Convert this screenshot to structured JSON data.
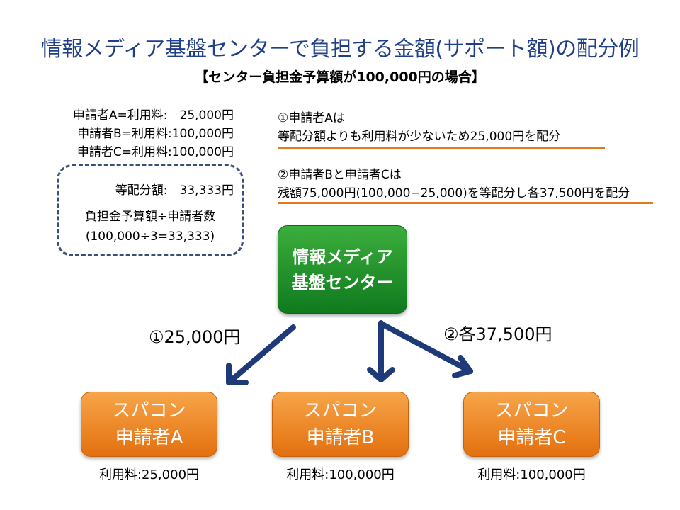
{
  "title": "情報メディア基盤センターで負担する金額(サポート額)の配分例",
  "subtitle": "【センター負担金予算額が100,000円の場合】",
  "fees": [
    "申請者A=利用料:　25,000円",
    "申請者B=利用料:100,000円",
    "申請者C=利用料:100,000円"
  ],
  "equal_share": "等配分額:　33,333円",
  "formula_line1": "負担金予算額÷申請者数",
  "formula_line2": "(100,000÷3=33,333)",
  "note1_line1": "①申請者Aは",
  "note1_line2": "等配分額よりも利用料が少ないため25,000円を配分",
  "note2_line1": "②申請者Bと申請者Cは",
  "note2_line2": "残額75,000円(100,000−25,000)を等配分し各37,500円を配分",
  "center_line1": "情報メディア",
  "center_line2": "基盤センター",
  "allocation1": "①25,000円",
  "allocation2": "②各37,500円",
  "applicants": [
    {
      "line1": "スパコン",
      "line2": "申請者A",
      "fee": "利用料:25,000円"
    },
    {
      "line1": "スパコン",
      "line2": "申請者B",
      "fee": "利用料:100,000円"
    },
    {
      "line1": "スパコン",
      "line2": "申請者C",
      "fee": "利用料:100,000円"
    }
  ],
  "colors": {
    "title": "#1f3f86",
    "center_box": "#1f8f2a",
    "applicant_box": "#f08a24",
    "arrow": "#1f3a78",
    "underline": "#e3791a",
    "dashed_border": "#3a5078"
  }
}
